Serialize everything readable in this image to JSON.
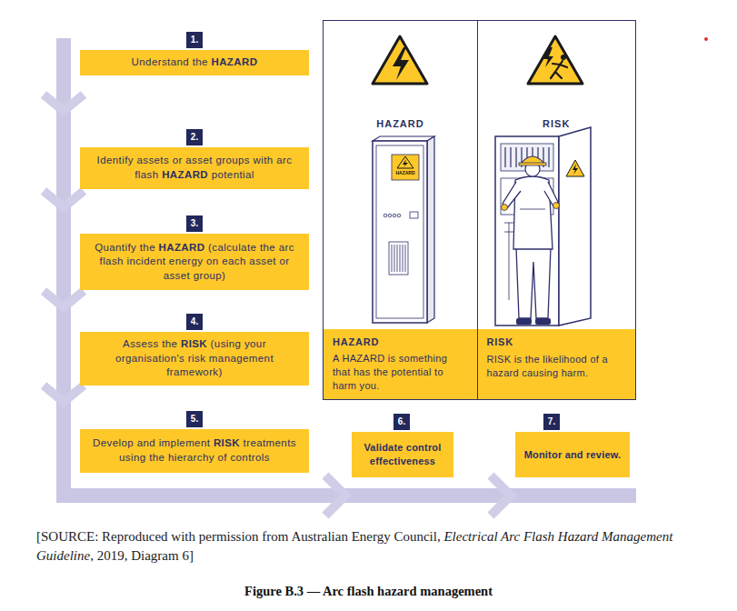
{
  "diagram": {
    "caption": "Figure B.3 — Arc flash hazard management",
    "nodes": [
      {
        "text": [
          "1.",
          "Understand the HAZARD"
        ]
      },
      {
        "text": [
          "2.",
          "Identify assets or asset groups with arc flash HAZARD potential"
        ]
      },
      {
        "text": [
          "3.",
          "Quantify the HAZARD (calculate the arc flash incident energy on each asset or asset group)"
        ]
      },
      {
        "text": [
          "4.",
          "Assess the RISK (using your organisation's risk management framework)"
        ]
      },
      {
        "text": [
          "5.",
          "Develop and implement RISK treatments using the hierarchy of controls"
        ]
      },
      {
        "text": [
          "HAZARD"
        ]
      },
      {
        "text": [
          "HAZARD",
          "A HAZARD is something that has the potential to harm you."
        ],
        "in": 5
      },
      {
        "text": [
          "RISK"
        ]
      },
      {
        "text": [
          "RISK",
          "RISK is the likelihood of a hazard causing harm."
        ],
        "in": 7
      },
      {
        "text": [
          "6.",
          "Validate control effectiveness"
        ]
      },
      {
        "text": [
          "7.",
          "Monitor and review."
        ]
      }
    ],
    "labels": [
      "HAZARD",
      "[SOURCE: Reproduced with permission from Australian Energy Council, Electrical Arc Flash Hazard Management Guideline, 2019, Diagram 6]"
    ]
  }
}
